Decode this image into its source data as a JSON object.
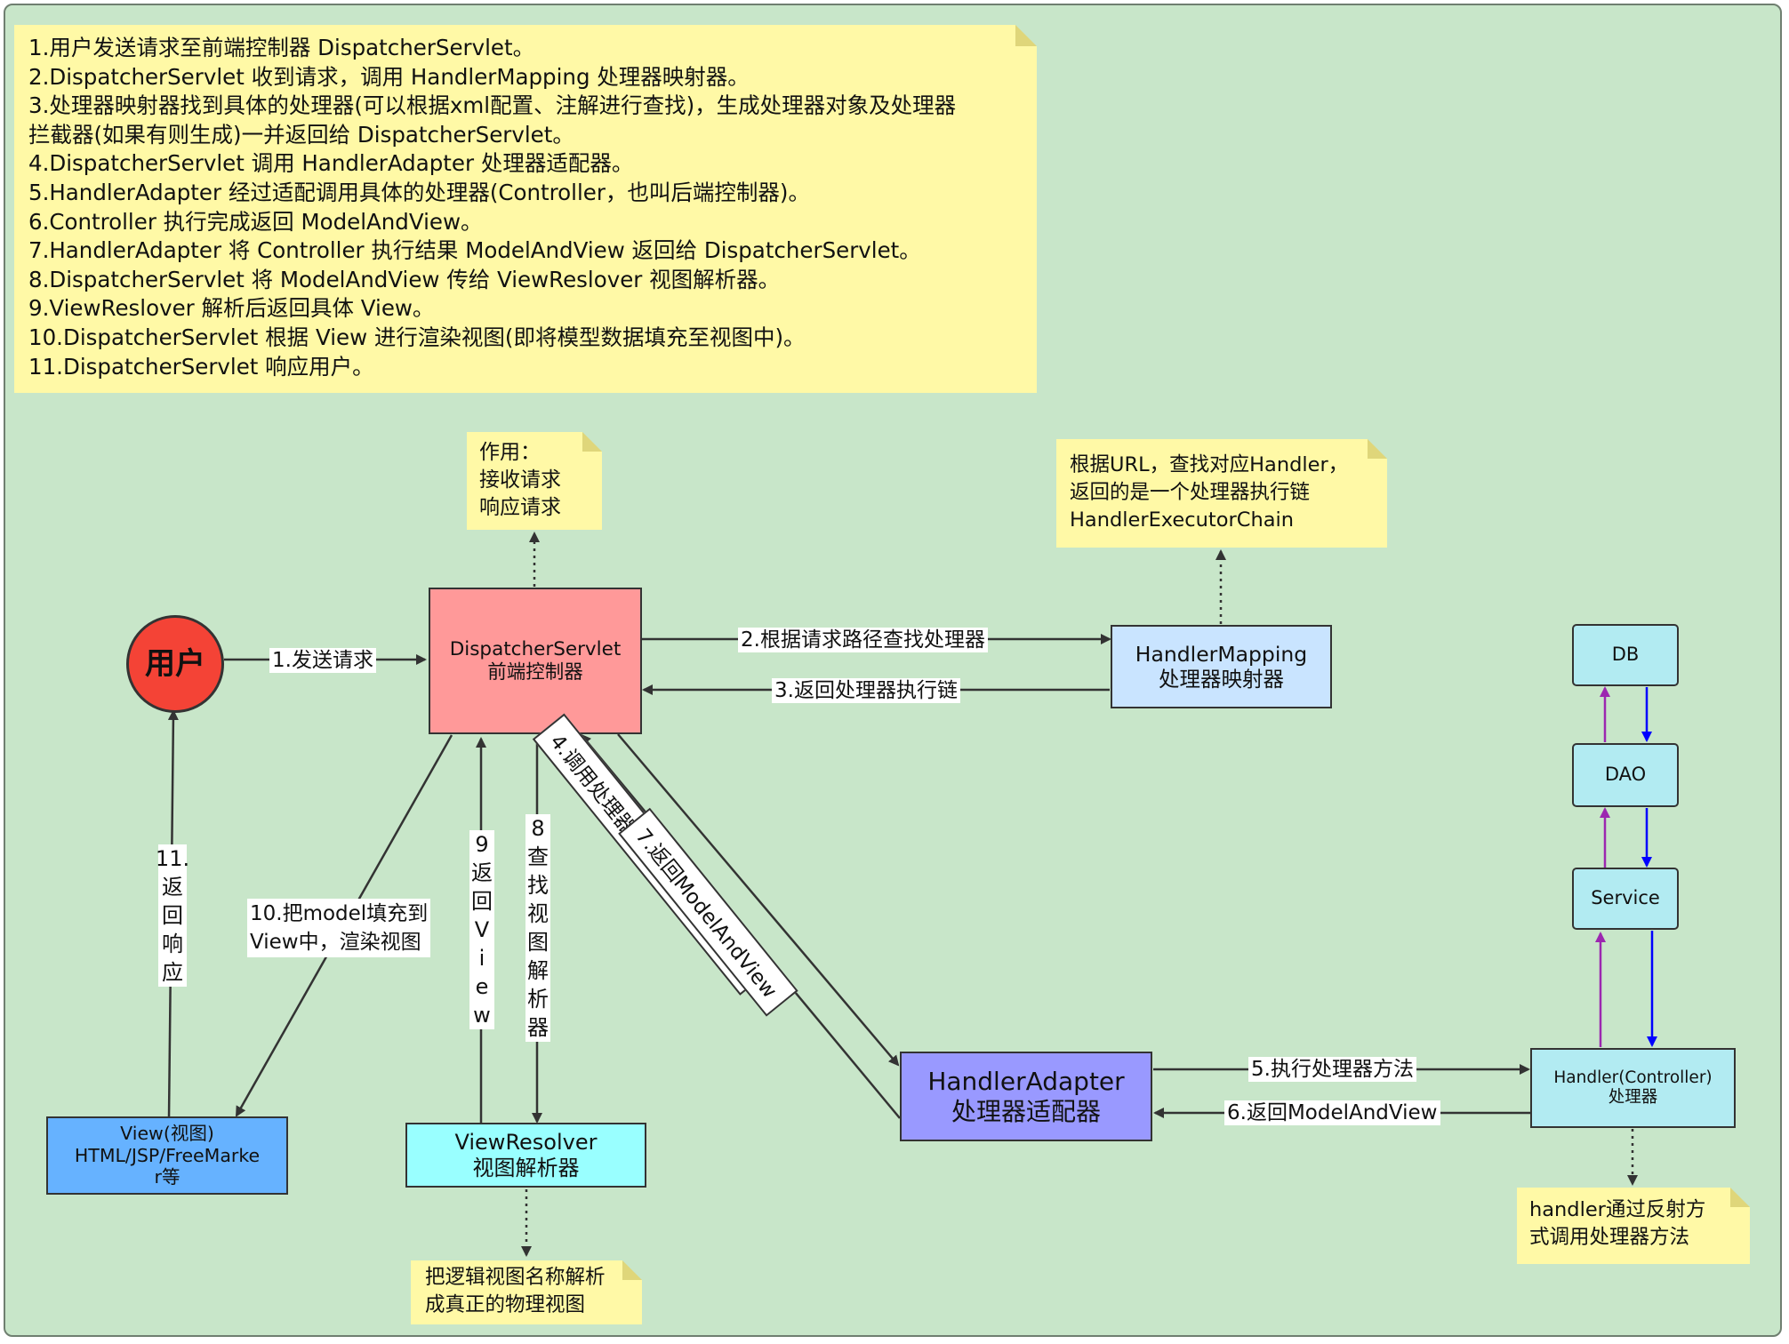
{
  "steps_note": {
    "lines": [
      "1.用户发送请求至前端控制器 DispatcherServlet。",
      "2.DispatcherServlet 收到请求，调用 HandlerMapping 处理器映射器。",
      "3.处理器映射器找到具体的处理器(可以根据xml配置、注解进行查找)，生成处理器对象及处理器",
      "拦截器(如果有则生成)一并返回给 DispatcherServlet。",
      "4.DispatcherServlet 调用 HandlerAdapter 处理器适配器。",
      "5.HandlerAdapter 经过适配调用具体的处理器(Controller，也叫后端控制器)。",
      "6.Controller 执行完成返回 ModelAndView。",
      "7.HandlerAdapter 将 Controller 执行结果 ModelAndView 返回给 DispatcherServlet。",
      "8.DispatcherServlet 将 ModelAndView 传给 ViewReslover 视图解析器。",
      "9.ViewReslover 解析后返回具体 View。",
      "10.DispatcherServlet 根据 View 进行渲染视图(即将模型数据填充至视图中)。",
      "11.DispatcherServlet 响应用户。"
    ]
  },
  "notes": {
    "dispatcher_role": "作用：\n接收请求\n响应请求",
    "mapping_role": "根据URL，查找对应Handler，\n返回的是一个处理器执行链\nHandlerExecutorChain",
    "resolver_role": "把逻辑视图名称解析\n成真正的物理视图",
    "handler_role": "handler通过反射方\n式调用处理器方法"
  },
  "nodes": {
    "user": "用户",
    "dispatcher": [
      "DispatcherServlet",
      "前端控制器"
    ],
    "handler_mapping": [
      "HandlerMapping",
      "处理器映射器"
    ],
    "handler_adapter": [
      "HandlerAdapter",
      "处理器适配器"
    ],
    "handler": [
      "Handler(Controller)",
      "处理器"
    ],
    "view_resolver": [
      "ViewResolver",
      "视图解析器"
    ],
    "view": [
      "View(视图)",
      "HTML/JSP/FreeMarke",
      "r等"
    ],
    "db": "DB",
    "dao": "DAO",
    "service": "Service"
  },
  "edges": {
    "e1": "1.发送请求",
    "e2": "2.根据请求路径查找处理器",
    "e3": "3.返回处理器执行链",
    "e4": "4.调用处理器适配器处理Handler",
    "e5": "5.执行处理器方法",
    "e6": "6.返回ModelAndView",
    "e7": "7.返回ModelAndView",
    "e8": [
      "8",
      "查",
      "找",
      "视",
      "图",
      "解",
      "析",
      "器"
    ],
    "e9": [
      "9",
      "返",
      "回",
      "V",
      "i",
      "e",
      "w"
    ],
    "e10": "10.把model填充到\nView中，渲染视图",
    "e11": [
      "11.",
      "返",
      "回",
      "响",
      "应"
    ]
  },
  "colors": {
    "background": "#c8e6c9",
    "note": "#fff9a6",
    "user": "#f44336",
    "dispatcher": "#ff9999",
    "handler_mapping": "#c9e4ff",
    "handler_adapter": "#9999ff",
    "handler": "#b2ebf2",
    "view_resolver": "#99ffff",
    "view": "#66b2ff",
    "db_layer": "#b2ebf2",
    "arrow_up": "#9c27b0",
    "arrow_down": "#0000ff"
  }
}
